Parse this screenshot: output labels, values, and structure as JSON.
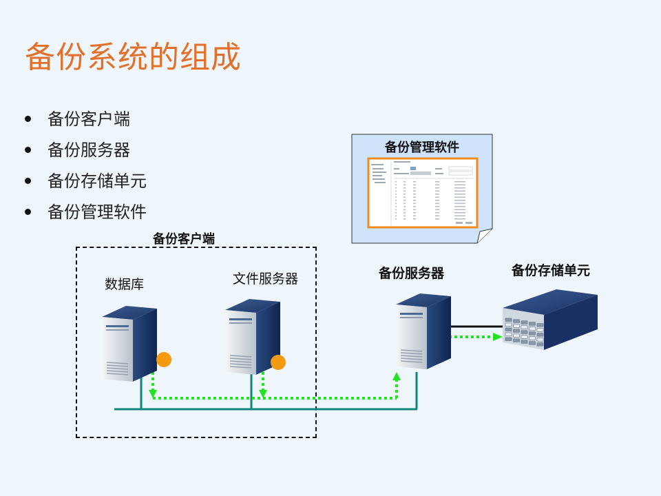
{
  "slide": {
    "title": "备份系统的组成",
    "bullets": [
      "备份客户端",
      "备份服务器",
      "备份存储单元",
      "备份管理软件"
    ]
  },
  "diagram": {
    "client_group_label": "备份客户端",
    "database_label": "数据库",
    "file_server_label": "文件服务器",
    "backup_server_label": "备份服务器",
    "storage_label": "备份存储单元",
    "management_software_label": "备份管理软件"
  },
  "colors": {
    "title": "#e2702a",
    "network_line": "#11857a",
    "data_flow": "#22e322",
    "agent_dot": "#f39a12",
    "software_window_bg": "#cfe3fb"
  }
}
